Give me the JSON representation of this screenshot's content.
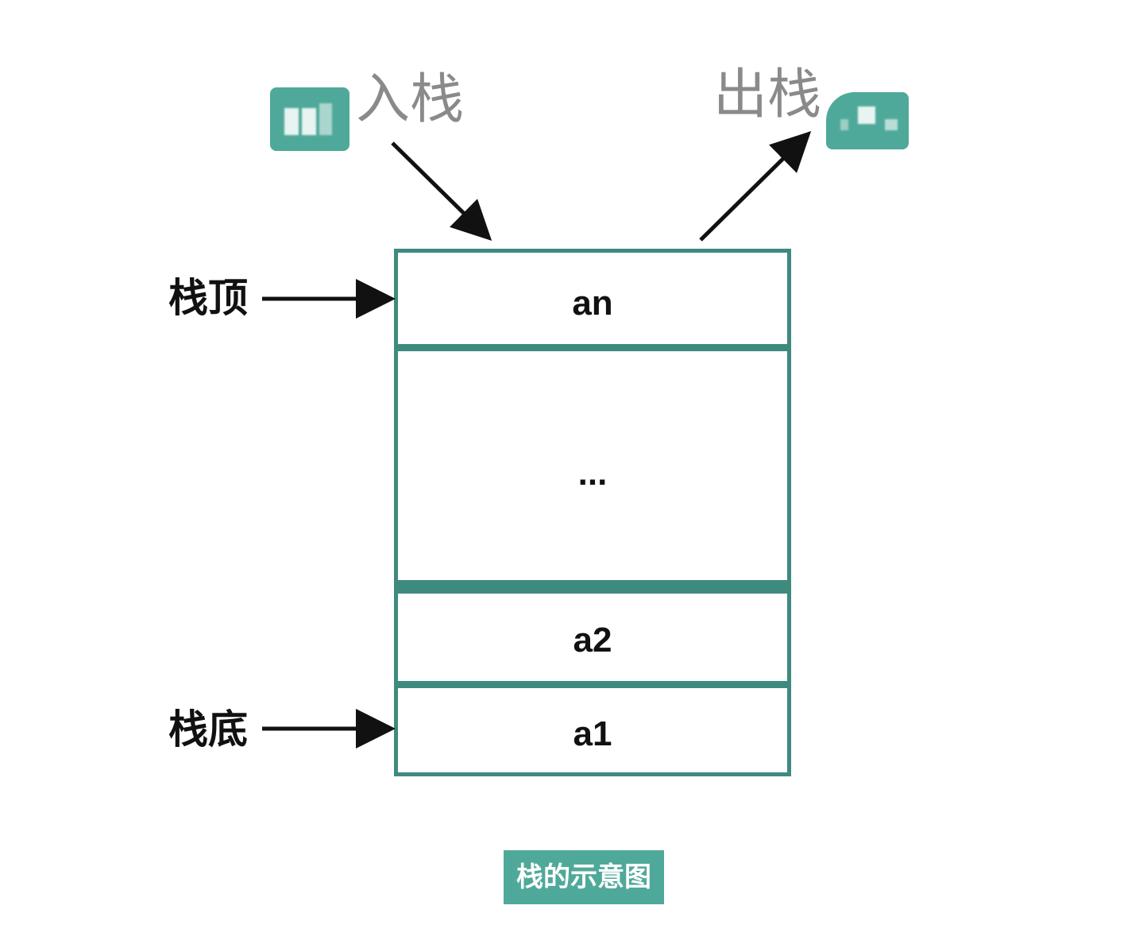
{
  "diagram": {
    "push_label": "入栈",
    "pop_label": "出栈",
    "top_label": "栈顶",
    "bottom_label": "栈底",
    "cells": {
      "top": "an",
      "middle": "...",
      "second": "a2",
      "bottom": "a1"
    },
    "caption": "栈的示意图"
  },
  "colors": {
    "stack_border": "#3e8a7e",
    "badge": "#4fa99a",
    "op_text": "#8a8a8a",
    "arrow": "#111111"
  }
}
